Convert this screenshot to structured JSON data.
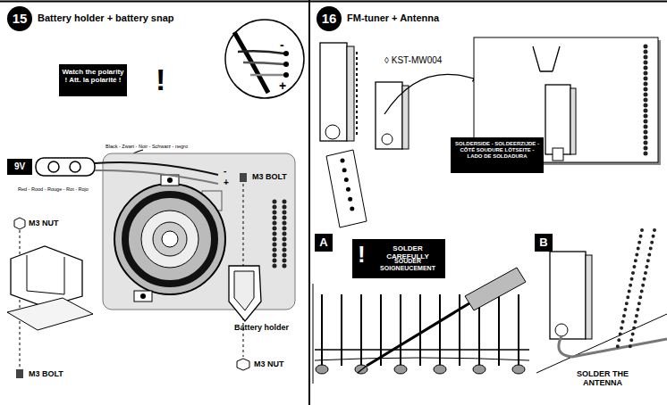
{
  "diagram": {
    "nodes": [
      {
        "text": [
          "15",
          "Battery holder + battery snap"
        ]
      },
      {
        "text": [
          "Watch the polarity ! Att. la polarité !"
        ]
      },
      {
        "text": [
          "9V"
        ]
      },
      {
        "text": [
          "16",
          "FM-tuner + Antenna"
        ]
      },
      {
        "text": [
          "SOLDERSIDE - SOLDEERZIJDE - CÔTÉ SOUDURE LÖTSEITE - LADO DE SOLDADURA"
        ]
      },
      {
        "text": [
          "A"
        ]
      },
      {
        "text": [
          "!",
          "SOLDER CAREFULLY",
          "SOUDER SOIGNEUCEMENT"
        ]
      },
      {
        "text": [
          "B"
        ]
      }
    ],
    "labels": [
      "!",
      "-",
      "+",
      "Black - Zwart - Noir - Schwarz - negro",
      "Red - Rood - Rouge - Rot - Rojo",
      "M3 BOLT",
      "M3 NUT",
      "M3 BOLT",
      "-",
      "+",
      "Battery holder",
      "M3 NUT",
      "◊ KST-MW004",
      "SOLDER THE ANTENNA"
    ]
  }
}
